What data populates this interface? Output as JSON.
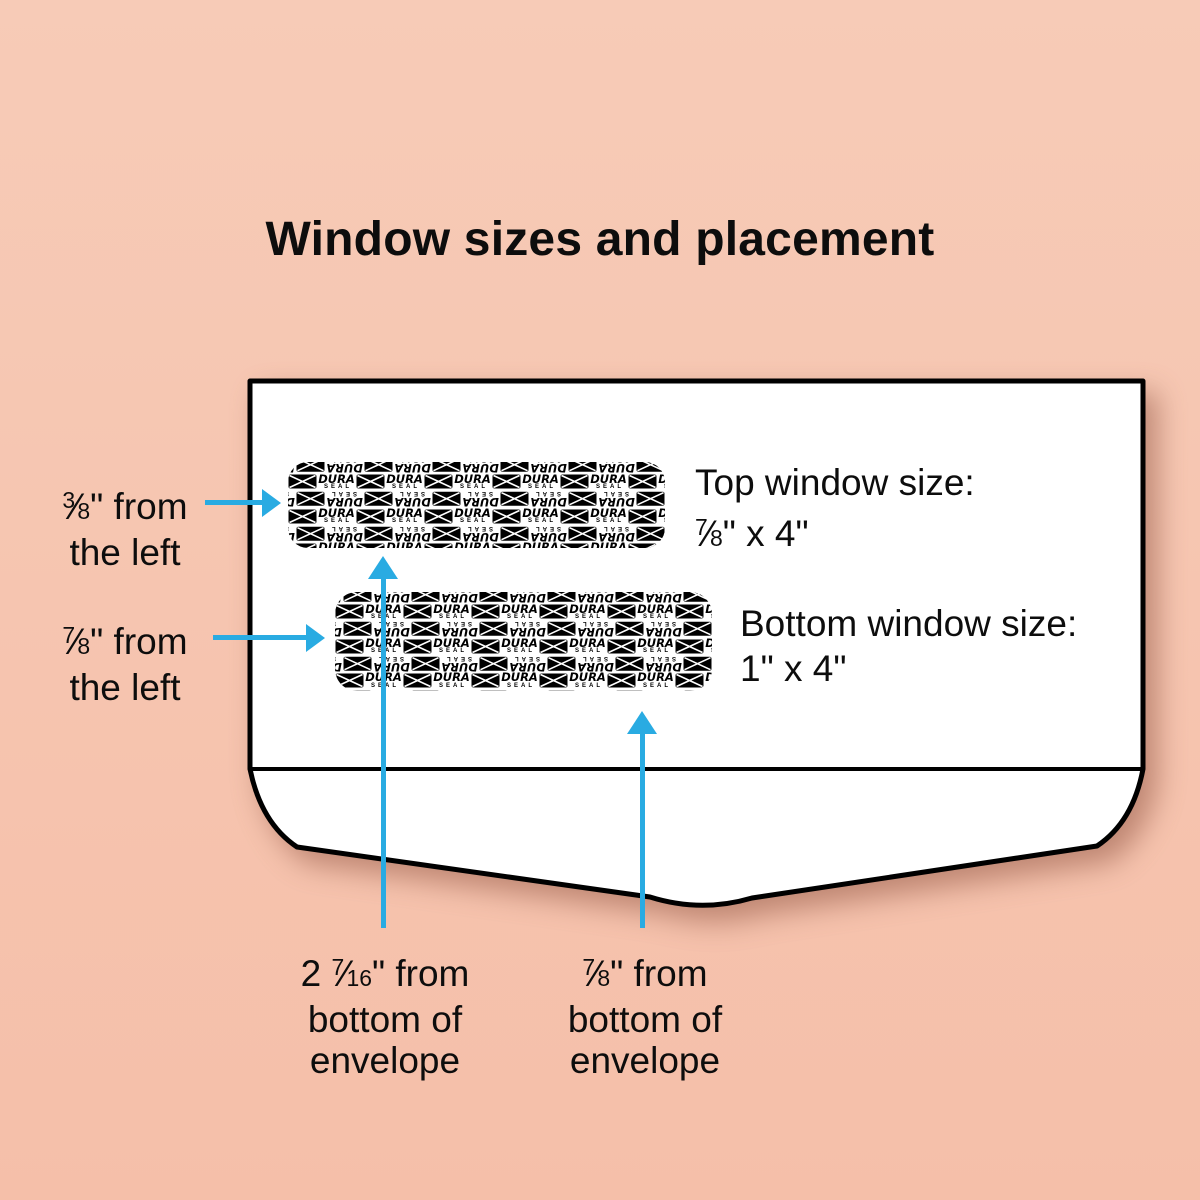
{
  "title": "Window sizes and placement",
  "colors": {
    "background_top": "#f7cbb7",
    "background_bottom": "#f5bfa9",
    "arrow_blue": "#29abe2",
    "envelope_fill": "#ffffff",
    "outline_black": "#000000"
  },
  "glyphs": {
    "fraction_slash": "⁄"
  },
  "window_pattern": {
    "brand_top": "DURA",
    "brand_bottom": "SEAL"
  },
  "labels": {
    "left_top": {
      "frac_num": "3",
      "frac_den": "8",
      "line1_suffix": "\" from",
      "line2": "the left"
    },
    "left_bottom": {
      "frac_num": "7",
      "frac_den": "8",
      "line1_suffix": "\" from",
      "line2": "the left"
    },
    "top_window": {
      "line1": "Top window size:",
      "frac_num": "7",
      "frac_den": "8",
      "line2_suffix": "\" x 4\""
    },
    "bottom_window": {
      "line1": "Bottom window size:",
      "line2": "1\" x 4\""
    },
    "bottom_left": {
      "line1_prefix": "2 ",
      "frac_num": "7",
      "frac_den": "16",
      "line1_suffix": "\" from",
      "line2": "bottom of",
      "line3": "envelope"
    },
    "bottom_right": {
      "frac_num": "7",
      "frac_den": "8",
      "line1_suffix": "\" from",
      "line2": "bottom of",
      "line3": "envelope"
    }
  }
}
